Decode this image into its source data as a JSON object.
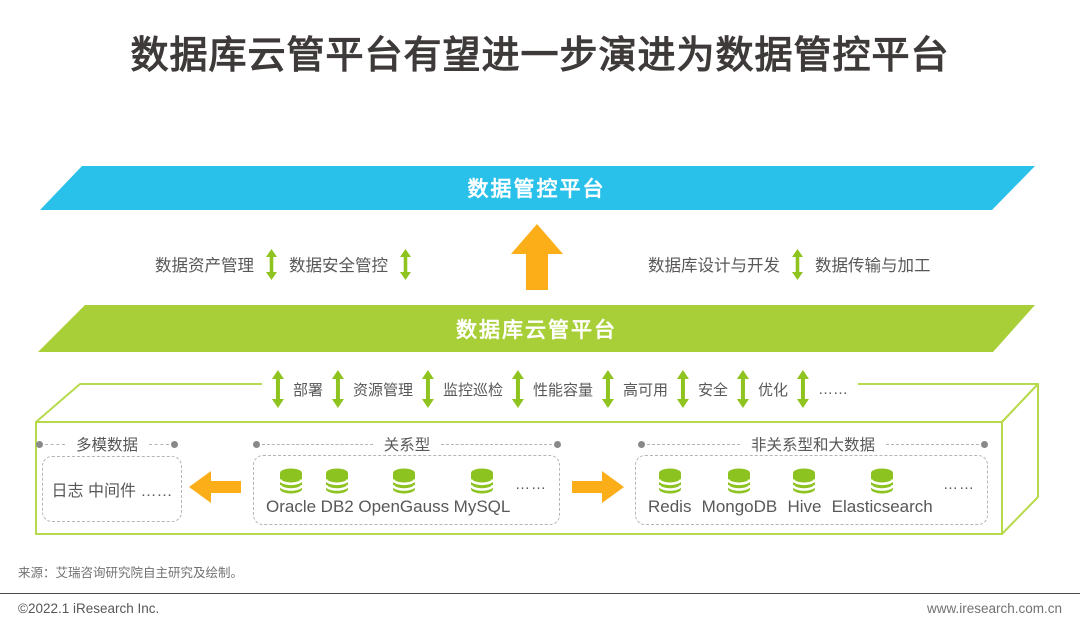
{
  "title": "数据库云管平台有望进一步演进为数据管控平台",
  "colors": {
    "banner_top": "#29C1EA",
    "banner_mid": "#A8CE38",
    "arrow_green": "#8FC31F",
    "arrow_orange": "#FBAE17",
    "cube_stroke": "#B7D94C",
    "text_gray": "#595757"
  },
  "banners": {
    "data_governance_platform": "数据管控平台",
    "database_cloud_platform": "数据库云管平台"
  },
  "upper_links": {
    "left": [
      {
        "text": "数据资产管理",
        "arrow": true
      },
      {
        "text": "数据安全管控",
        "arrow": true
      }
    ],
    "right": [
      {
        "text": "数据库设计与开发",
        "arrow": true
      },
      {
        "text": "数据传输与加工",
        "arrow": false
      }
    ]
  },
  "functions": [
    "部署",
    "资源管理",
    "监控巡检",
    "性能容量",
    "高可用",
    "安全",
    "优化",
    "……"
  ],
  "zones": {
    "multi_model": {
      "label": "多模数据",
      "content": "日志 中间件 ……"
    },
    "relational": {
      "label": "关系型",
      "items": [
        "Oracle",
        "DB2",
        "OpenGauss",
        "MySQL"
      ],
      "more": "……"
    },
    "non_relational": {
      "label": "非关系型和大数据",
      "items": [
        "Redis",
        "MongoDB",
        "Hive",
        "Elasticsearch"
      ],
      "more": "……"
    }
  },
  "source": "来源：艾瑞咨询研究院自主研究及绘制。",
  "footer": {
    "copyright": "©2022.1 iResearch Inc.",
    "website": "www.iresearch.com.cn"
  }
}
